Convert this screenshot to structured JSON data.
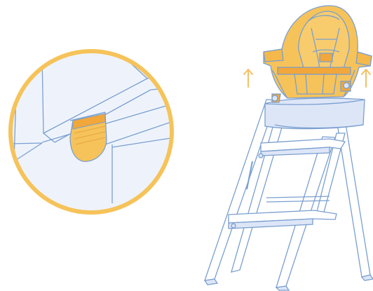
{
  "illustration": {
    "subject": "high-chair-seat-insert-removal",
    "arrows": [
      "up-arrow-left",
      "up-arrow-right"
    ],
    "callout": "magnified-clip-detail"
  },
  "colors": {
    "outline_blue": "#7a9fd0",
    "light_blue_fill": "#dde6f7",
    "accent_yellow": "#f6c35a",
    "yellow_shadow": "#f1a73a",
    "arrow_yellow": "#f4c067",
    "background": "#ffffff",
    "circle_fill": "#eef3fb"
  }
}
